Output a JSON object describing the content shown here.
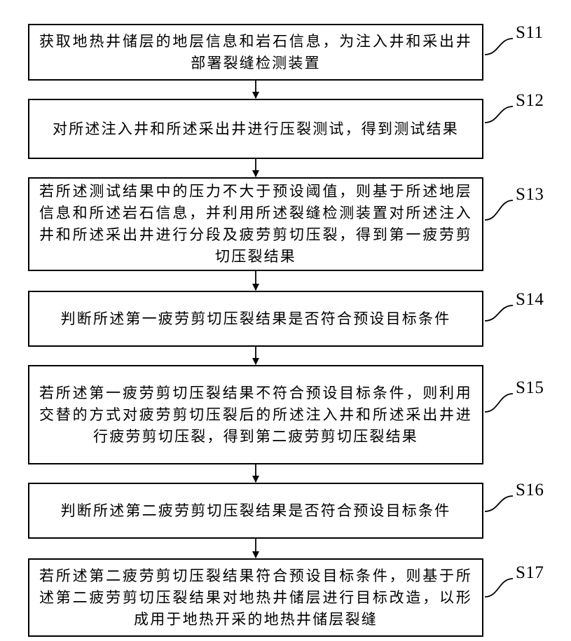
{
  "steps": [
    {
      "id": "S11",
      "text": "获取地热井储层的地层信息和岩石信息，为注入井和采出井部署裂缝检测装置"
    },
    {
      "id": "S12",
      "text": "对所述注入井和所述采出井进行压裂测试，得到测试结果"
    },
    {
      "id": "S13",
      "text": "若所述测试结果中的压力不大于预设阈值，则基于所述地层信息和所述岩石信息，并利用所述裂缝检测装置对所述注入井和所述采出井进行分段及疲劳剪切压裂，得到第一疲劳剪切压裂结果"
    },
    {
      "id": "S14",
      "text": "判断所述第一疲劳剪切压裂结果是否符合预设目标条件"
    },
    {
      "id": "S15",
      "text": "若所述第一疲劳剪切压裂结果不符合预设目标条件，则利用交替的方式对疲劳剪切压裂后的所述注入井和所述采出井进行疲劳剪切压裂，得到第二疲劳剪切压裂结果"
    },
    {
      "id": "S16",
      "text": "判断所述第二疲劳剪切压裂结果是否符合预设目标条件"
    },
    {
      "id": "S17",
      "text": "若所述第二疲劳剪切压裂结果符合预设目标条件，则基于所述第二疲劳剪切压裂结果对地热井储层进行目标改造，以形成用于地热开采的地热井储层裂缝"
    }
  ]
}
